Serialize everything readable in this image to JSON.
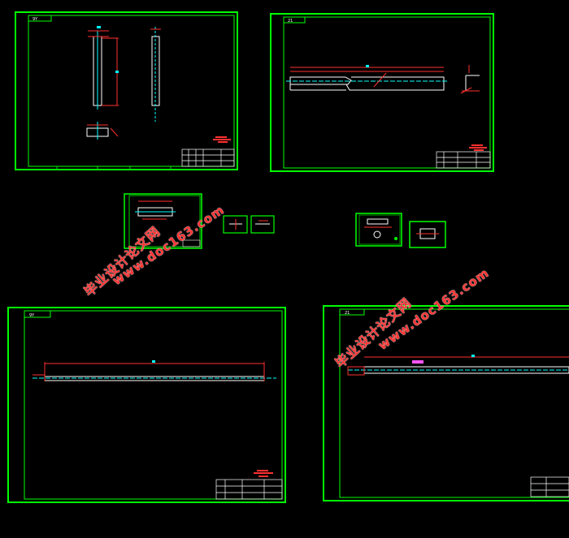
{
  "viewer": {
    "background": "#000000",
    "frame_color": "#00ff00",
    "dimension_color": "#ff3030",
    "centerline_color": "#00ffff",
    "geometry_color": "#ffffff"
  },
  "sheets": [
    {
      "label": "sheet-top-left",
      "tag": "9Y"
    },
    {
      "label": "sheet-top-right",
      "tag": "21"
    },
    {
      "label": "sheet-middle-small-1"
    },
    {
      "label": "sheet-middle-small-2"
    },
    {
      "label": "sheet-middle-small-3"
    },
    {
      "label": "sheet-middle-small-4"
    },
    {
      "label": "sheet-middle-small-5"
    },
    {
      "label": "sheet-bottom-left",
      "tag": "9Y"
    },
    {
      "label": "sheet-bottom-right",
      "tag": "21"
    }
  ],
  "watermarks": [
    {
      "line1": "毕业设计论文网",
      "line2": "www.doc163.com"
    },
    {
      "line1": "毕业设计论文网",
      "line2": "www.doc163.com"
    }
  ]
}
